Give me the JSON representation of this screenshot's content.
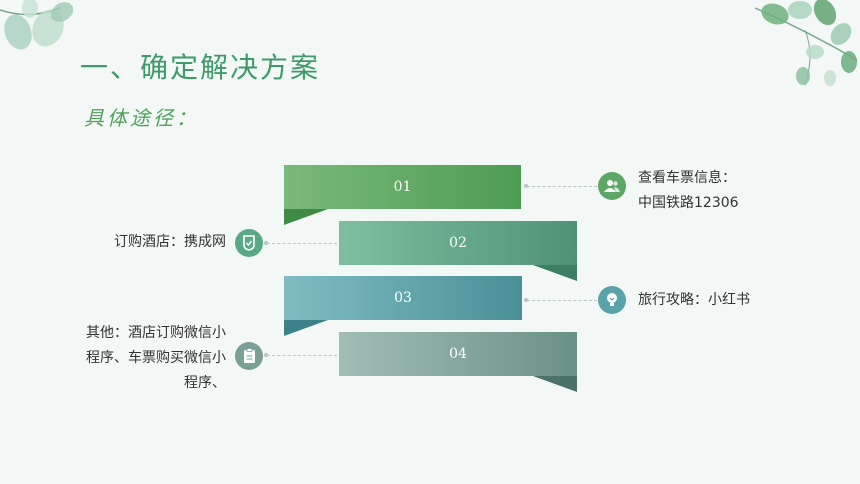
{
  "heading": "一、确定解决方案",
  "subheading": "具体途径：",
  "steps": [
    {
      "number": "01",
      "text_lines": [
        "查看车票信息：",
        "中国铁路12306"
      ],
      "icon": "users-icon",
      "color": "#5ea663"
    },
    {
      "number": "02",
      "text_lines": [
        "订购酒店：携成网"
      ],
      "icon": "shield-check-icon",
      "color": "#5ba886"
    },
    {
      "number": "03",
      "text_lines": [
        "旅行攻略：小红书"
      ],
      "icon": "lightbulb-icon",
      "color": "#5aa3aa"
    },
    {
      "number": "04",
      "text_lines": [
        "其他：酒店订购微信小",
        "程序、车票购买微信小",
        "程序、"
      ],
      "icon": "clipboard-icon",
      "color": "#7a9f95"
    }
  ]
}
